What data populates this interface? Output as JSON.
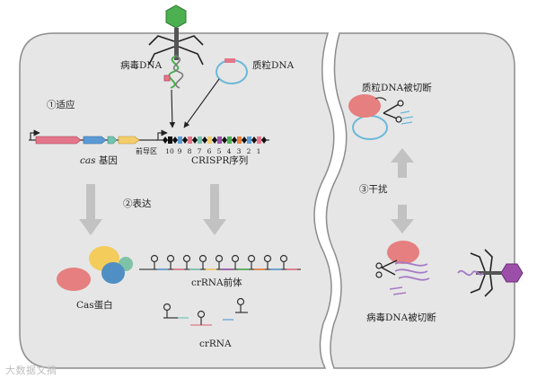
{
  "labels": {
    "viral_dna": "病毒DNA",
    "plasmid_dna": "质粒DNA",
    "step1": "①适应",
    "step2": "②表达",
    "step3": "③干扰",
    "cas_gene_italic": "cas",
    "cas_gene_rest": " 基因",
    "leader": "前导区",
    "crispr_array": "CRISPR序列",
    "cas_protein": "Cas蛋白",
    "pre_crrna": "crRNA前体",
    "crrna": "crRNA",
    "plasmid_cut": "质粒DNA被切断",
    "viral_cut": "病毒DNA被切断"
  },
  "spacer_numbers": [
    "10",
    "9",
    "8",
    "7",
    "6",
    "5",
    "4",
    "3",
    "2",
    "1"
  ],
  "watermark": "大数据文摘",
  "colors": {
    "cell_fill": "#e6e6e6",
    "cell_stroke": "#8c8c8c",
    "phage_head": "#4caf50",
    "phage_head_right": "#9c4fa8",
    "cas_red": "#e67f7f",
    "cas_yellow": "#f3cc5c",
    "cas_blue": "#4f8fc3",
    "cas_teal": "#7ec3a8",
    "gene_pink": "#e3768a",
    "gene_blue": "#5b9bd5",
    "gene_teal": "#73c3b0",
    "gene_yellow": "#f3cc6b",
    "plasmid_ring": "#6bb8d9",
    "viral_strand": "#a57bc4",
    "arrow_gray": "#bdbdbd"
  },
  "spacer_colors": [
    "#111111",
    "#5b9bd5",
    "#e3768a",
    "#73c3b0",
    "#f3cc6b",
    "#9c4fa8",
    "#4caf50",
    "#e67f3a",
    "#5b9bd5",
    "#e3768a"
  ]
}
